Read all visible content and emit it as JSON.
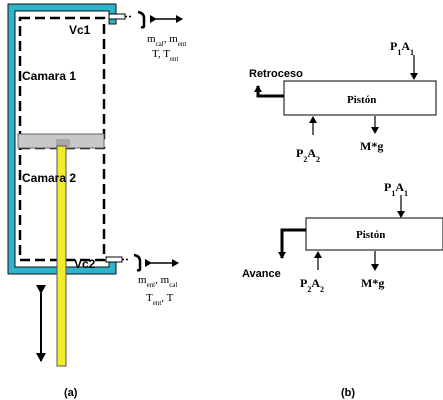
{
  "figure_a": {
    "caption": "(a)",
    "valve_top": "Vc1",
    "valve_bottom": "Vc2",
    "chamber_1": "Camara 1",
    "chamber_2": "Camara 2",
    "top_flow_line1_a": "m",
    "top_flow_line1_a_sub": "cal",
    "top_flow_line1_sep": ", ",
    "top_flow_line1_b": "m",
    "top_flow_line1_b_sub": "ent",
    "top_flow_line2_a": "T, ",
    "top_flow_line2_b": "T",
    "top_flow_line2_b_sub": "ent",
    "bottom_flow_line1_a": "m",
    "bottom_flow_line1_a_sub": "ent",
    "bottom_flow_line1_sep": ", ",
    "bottom_flow_line1_b": "m",
    "bottom_flow_line1_b_sub": "cal",
    "bottom_flow_line2_a": "T",
    "bottom_flow_line2_a_sub": "ent",
    "bottom_flow_line2_b": ", T",
    "colors": {
      "cylinder_wall": "#2fb4cc",
      "rod": "#f2ea2a",
      "piston": "#c8c8c8"
    }
  },
  "figure_b": {
    "caption": "(b)",
    "top": {
      "label": "Retroceso",
      "piston": "Pistón",
      "p1": "P",
      "p1_sub": "1",
      "a1": "A",
      "a1_sub": "1",
      "p2": "P",
      "p2_sub": "2",
      "a2": "A",
      "a2_sub": "2",
      "weight": "M*g"
    },
    "bottom": {
      "label": "Avance",
      "piston": "Pistón",
      "p1": "P",
      "p1_sub": "1",
      "a1": "A",
      "a1_sub": "1",
      "p2": "P",
      "p2_sub": "2",
      "a2": "A",
      "a2_sub": "2",
      "weight": "M*g"
    }
  }
}
